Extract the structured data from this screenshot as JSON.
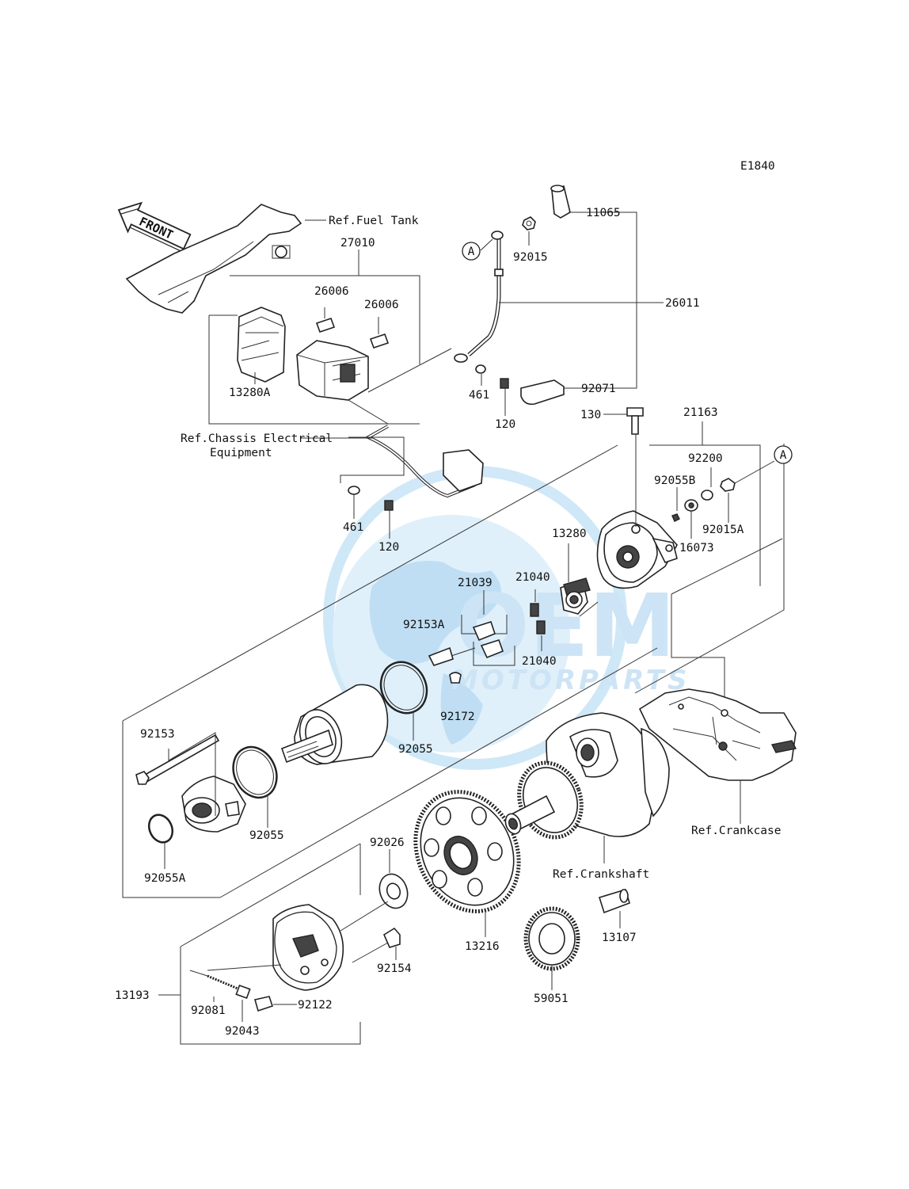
{
  "diagram_code": "E1840",
  "front_arrow_label": "FRONT",
  "watermark": {
    "brand": "OEM",
    "sub": "MOTORPARTS",
    "color": "#9fd0ef"
  },
  "references": {
    "fuel_tank": "Ref.Fuel Tank",
    "chassis_line1": "Ref.Chassis Electrical",
    "chassis_line2": "Equipment",
    "crankcase": "Ref.Crankcase",
    "crankshaft": "Ref.Crankshaft"
  },
  "callouts": {
    "A1": "A",
    "A2": "A"
  },
  "parts": {
    "p27010": "27010",
    "p26006a": "26006",
    "p26006b": "26006",
    "p13280A": "13280A",
    "p11065": "11065",
    "p92015": "92015",
    "p26011": "26011",
    "p461a": "461",
    "p120a": "120",
    "p92071": "92071",
    "p130": "130",
    "p21163": "21163",
    "p461b": "461",
    "p120b": "120",
    "p92200": "92200",
    "p92055B": "92055B",
    "p92015A": "92015A",
    "p16073": "16073",
    "p13280": "13280",
    "p21040a": "21040",
    "p21039": "21039",
    "p92153A": "92153A",
    "p21040b": "21040",
    "p92172": "92172",
    "p92055a": "92055",
    "p92153": "92153",
    "p92055b": "92055",
    "p92055A": "92055A",
    "p92026": "92026",
    "p13216": "13216",
    "p92154": "92154",
    "p59051": "59051",
    "p13107": "13107",
    "p13193": "13193",
    "p92081": "92081",
    "p92122": "92122",
    "p92043": "92043"
  }
}
